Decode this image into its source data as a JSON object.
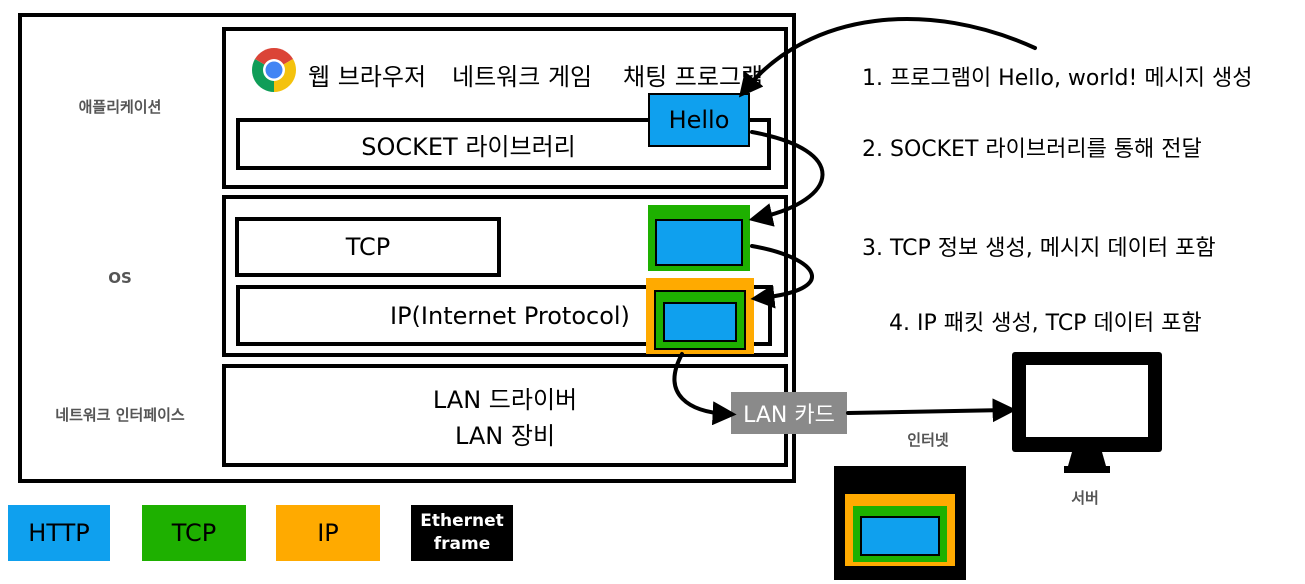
{
  "layers": {
    "application": "애플리케이션",
    "os": "OS",
    "network_interface": "네트워크 인터페이스"
  },
  "apps": {
    "browser": "웹 브라우저",
    "game": "네트워크 게임",
    "chat": "채팅 프로그램"
  },
  "boxes": {
    "socket": "SOCKET 라이브러리",
    "tcp": "TCP",
    "ip": "IP(Internet Protocol)",
    "lan_driver": "LAN 드라이버",
    "lan_device": "LAN 장비",
    "lan_card": "LAN 카드"
  },
  "message": "Hello",
  "steps": [
    "1. 프로그램이 Hello, world! 메시지 생성",
    "2. SOCKET 라이브러리를 통해 전달",
    "3. TCP 정보 생성, 메시지 데이터 포함",
    "4. IP 패킷 생성, TCP 데이터 포함"
  ],
  "labels": {
    "internet": "인터넷",
    "server": "서버"
  },
  "legend": [
    {
      "label": "HTTP",
      "color": "#0fa0ee"
    },
    {
      "label": "TCP",
      "color": "#1eb000"
    },
    {
      "label": "IP",
      "color": "#ffaa00"
    },
    {
      "label": "Ethernet frame",
      "color": "#000000"
    }
  ],
  "colors": {
    "http": "#0fa0ee",
    "tcp": "#1eb000",
    "ip": "#ffaa00",
    "ethernet": "#000000",
    "lan_card": "#8a8a8a"
  }
}
